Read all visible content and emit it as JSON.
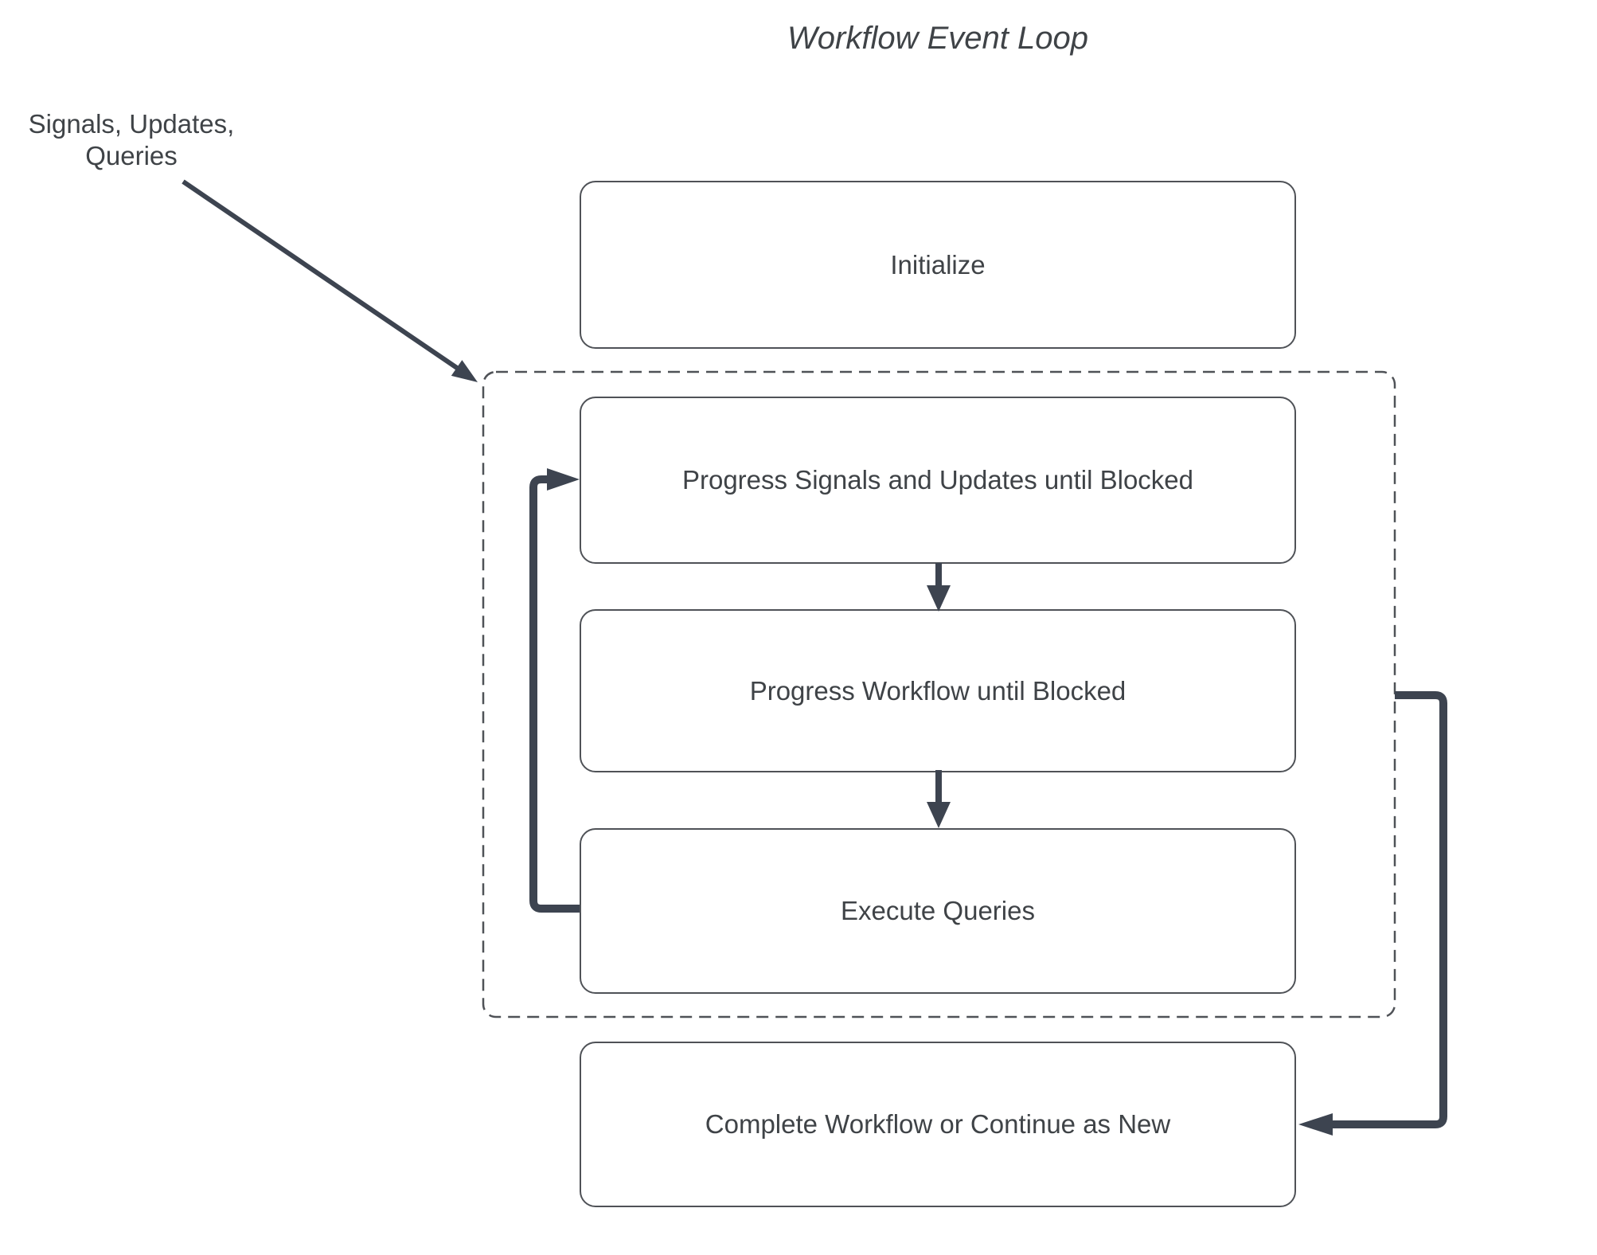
{
  "title": "Workflow Event Loop",
  "annotation": {
    "line1": "Signals, Updates,",
    "line2": "Queries"
  },
  "nodes": {
    "initialize": {
      "label": "Initialize"
    },
    "progress_signals": {
      "label": "Progress Signals and Updates until Blocked"
    },
    "progress_workflow": {
      "label": "Progress Workflow until Blocked"
    },
    "execute_queries": {
      "label": "Execute Queries"
    },
    "complete": {
      "label": "Complete Workflow or Continue as New"
    }
  },
  "colors": {
    "arrow": "#3d4450",
    "border": "#4f5257",
    "text": "#3f4347",
    "background": "#ffffff"
  }
}
